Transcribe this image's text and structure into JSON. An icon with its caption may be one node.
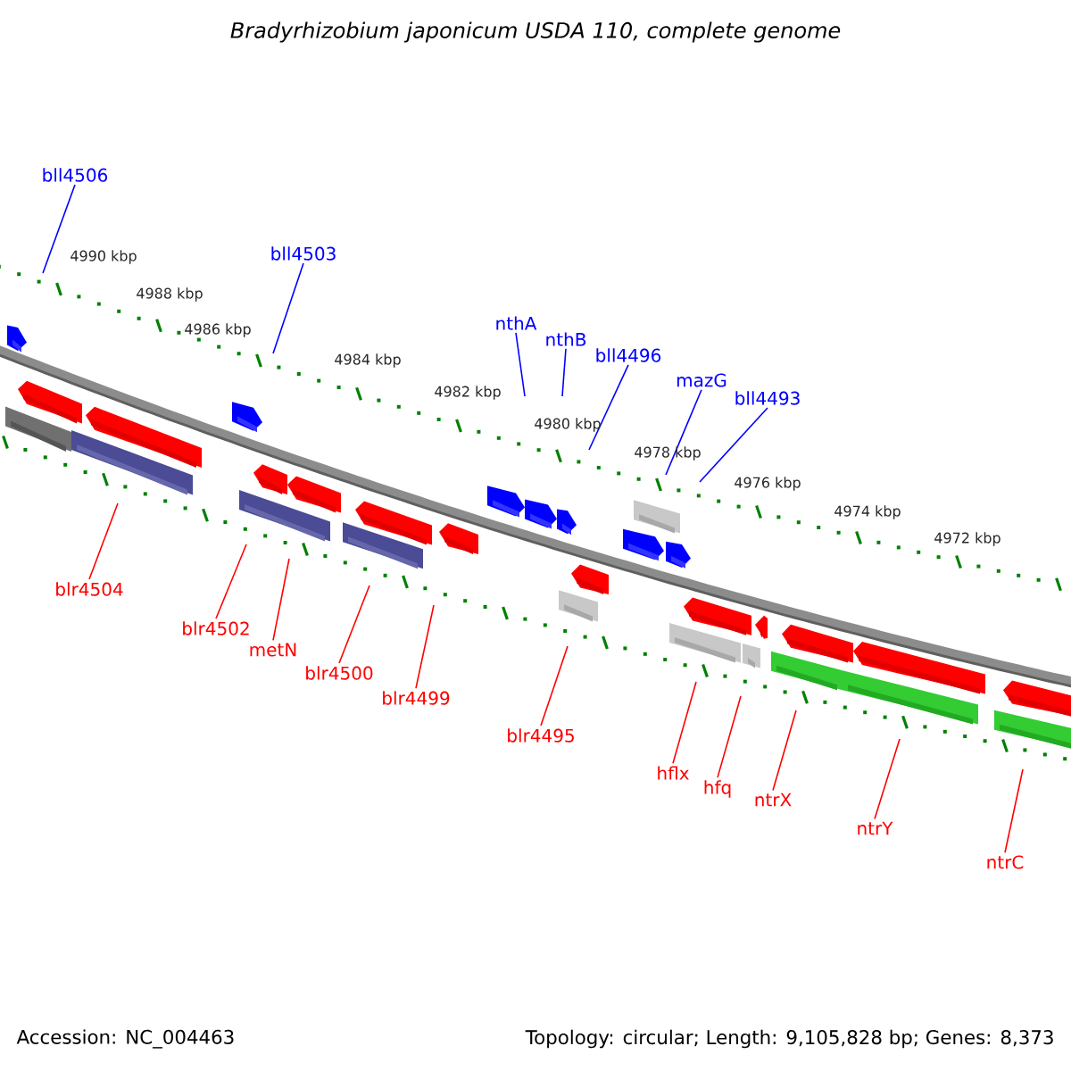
{
  "diagram": {
    "title": "Bradyrhizobium japonicum USDA 110, complete genome",
    "nodes": [
      {
        "text": [
          "bll4506"
        ]
      },
      {
        "text": [
          "bll4503"
        ]
      },
      {
        "text": [
          "nthA"
        ]
      },
      {
        "text": [
          "nthB"
        ]
      },
      {
        "text": [
          "bll4496"
        ]
      },
      {
        "text": [
          "mazG"
        ]
      },
      {
        "text": [
          "bll4493"
        ]
      },
      {
        "text": [
          "blr4504"
        ]
      },
      {
        "text": [
          "blr4502"
        ]
      },
      {
        "text": [
          "metN"
        ]
      },
      {
        "text": [
          "blr4500"
        ]
      },
      {
        "text": [
          "blr4499"
        ]
      },
      {
        "text": [
          "blr4495"
        ]
      },
      {
        "text": [
          "hflx"
        ]
      },
      {
        "text": [
          "hfq"
        ]
      },
      {
        "text": [
          "ntrX"
        ]
      },
      {
        "text": [
          "ntrY"
        ]
      },
      {
        "text": [
          "ntrC"
        ]
      }
    ],
    "edges": [
      {
        "from": 0,
        "to": null,
        "arrow": "none",
        "color": "#0000ff"
      },
      {
        "from": 1,
        "to": null,
        "arrow": "none",
        "color": "#0000ff"
      },
      {
        "from": 2,
        "to": null,
        "arrow": "none",
        "color": "#0000ff"
      },
      {
        "from": 3,
        "to": null,
        "arrow": "none",
        "color": "#0000ff"
      },
      {
        "from": 4,
        "to": null,
        "arrow": "none",
        "color": "#0000ff"
      },
      {
        "from": 5,
        "to": null,
        "arrow": "none",
        "color": "#0000ff"
      },
      {
        "from": 6,
        "to": null,
        "arrow": "none",
        "color": "#0000ff"
      },
      {
        "from": 7,
        "to": null,
        "arrow": "none"
      },
      {
        "from": 8,
        "to": null,
        "arrow": "none"
      },
      {
        "from": 9,
        "to": null,
        "arrow": "none"
      },
      {
        "from": 10,
        "to": null,
        "arrow": "none"
      },
      {
        "from": 11,
        "to": null,
        "arrow": "none"
      },
      {
        "from": 12,
        "to": null,
        "arrow": "none"
      },
      {
        "from": 13,
        "to": null,
        "arrow": "none"
      },
      {
        "from": 14,
        "to": null,
        "arrow": "none"
      },
      {
        "from": 15,
        "to": null,
        "arrow": "none"
      },
      {
        "from": 16,
        "to": null,
        "arrow": "none"
      },
      {
        "from": 17,
        "to": null,
        "arrow": "none"
      }
    ],
    "labels": [
      "4990 kbp",
      "4988 kbp",
      "4986 kbp",
      "4984 kbp",
      "4982 kbp",
      "4980 kbp",
      "4978 kbp",
      "4976 kbp",
      "4974 kbp",
      "4972 kbp",
      "Accession: NC_004463",
      "Topology: circular; Length: 9,105,828 bp; Genes: 8,373"
    ]
  }
}
